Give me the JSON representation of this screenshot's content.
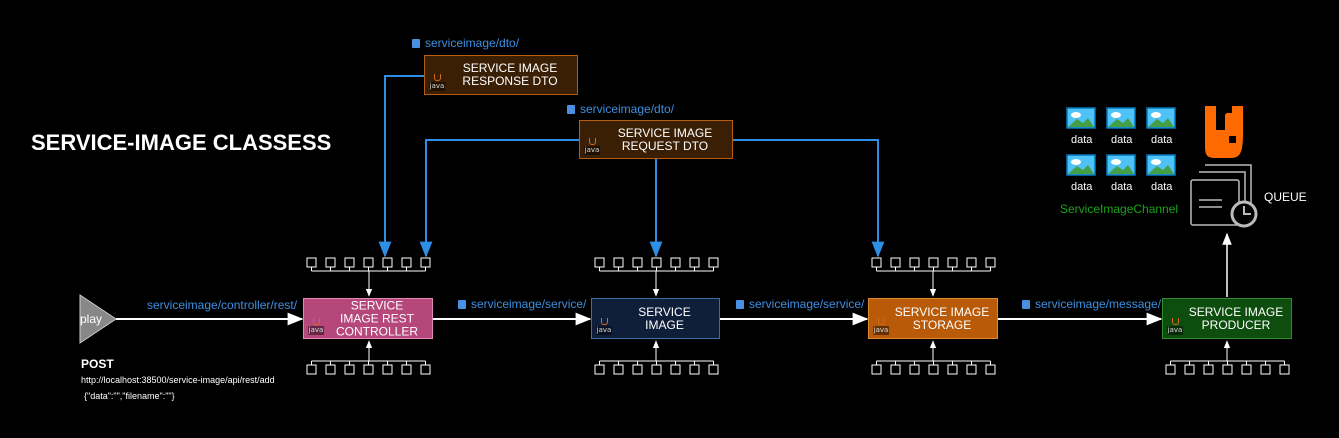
{
  "title": "SERVICE-IMAGE CLASSESS",
  "trigger": {
    "label": "play",
    "method": "POST",
    "url": "http://localhost:38500/service-image/api/rest/add",
    "body": "{\"data\":\"\",\"filename\":\"\"}"
  },
  "packages": {
    "dto1": "serviceimage/dto/",
    "dto2": "serviceimage/dto/",
    "controller": "serviceimage/controller/rest/",
    "service": "serviceimage/service/",
    "storage": "serviceimage/service/",
    "message": "serviceimage/message/"
  },
  "classes": {
    "response_dto": "SERVICE IMAGE\nRESPONSE DTO",
    "request_dto": "SERVICE IMAGE\nREQUEST DTO",
    "controller": "SERVICE\nIMAGE REST\nCONTROLLER",
    "service": "SERVICE\nIMAGE",
    "storage": "SERVICE IMAGE\nSTORAGE",
    "producer": "SERVICE IMAGE\nPRODUCER",
    "java_badge": "java"
  },
  "channel": {
    "name": "ServiceImageChannel",
    "items": [
      "data",
      "data",
      "data",
      "data",
      "data",
      "data"
    ]
  },
  "queue_label": "QUEUE",
  "colors": {
    "background": "#000000",
    "arrow_blue": "#2f8fe6",
    "package_blue": "#3d8fe0",
    "dto_fill": "#3a1f05",
    "dto_border": "#b35e10",
    "controller_fill": "#b5477a",
    "service_fill": "#0f1f3a",
    "service_border": "#3a6ea8",
    "storage_fill": "#b85a08",
    "producer_fill": "#0d4d0d",
    "producer_border": "#2e8b2e",
    "rabbit_orange": "#ff6a00",
    "channel_green": "#1aa31a"
  }
}
